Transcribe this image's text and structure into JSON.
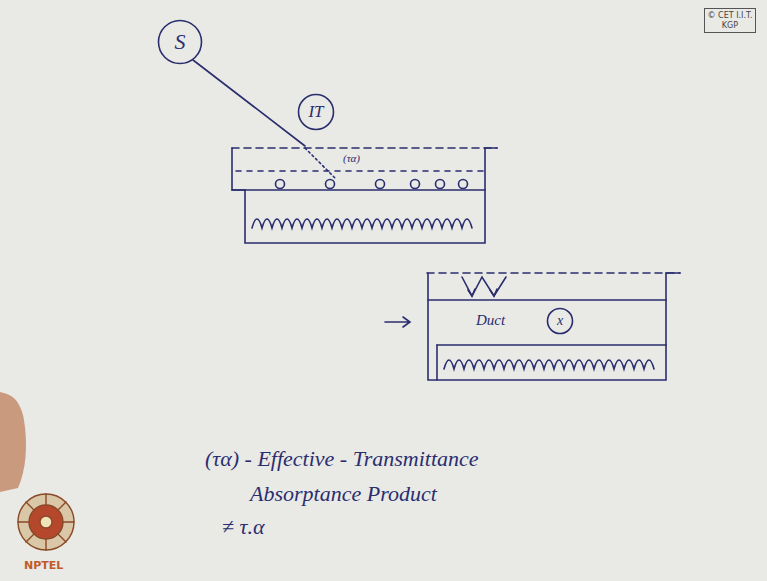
{
  "diagram": {
    "nodes": [
      {
        "text": [
          "S"
        ]
      },
      {
        "text": [
          "IT"
        ]
      },
      {
        "text": [
          "x"
        ]
      },
      {
        "text": [
          "© CET I.I.T. KGP"
        ]
      }
    ],
    "labels": [
      "(τα)",
      "Duct",
      "(τα) - Effective - Transmittance",
      "Absorptance Product",
      "≠ τ.α",
      "NPTEL"
    ]
  }
}
